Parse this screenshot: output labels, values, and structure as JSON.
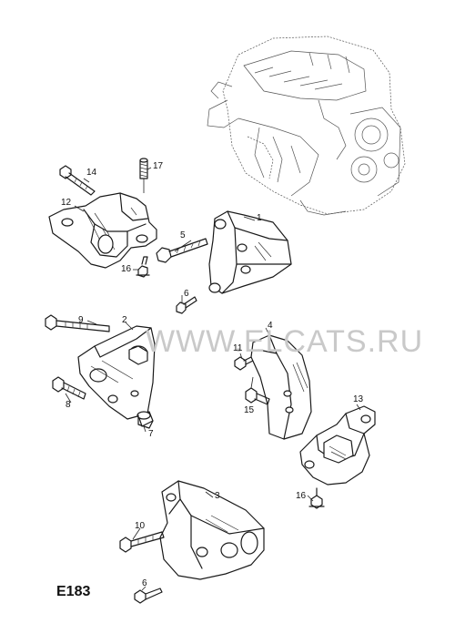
{
  "diagram": {
    "code": "E183",
    "watermark": "WWW.ELCATS.RU",
    "callouts": {
      "c1": "1",
      "c2": "2",
      "c3": "3",
      "c4": "4",
      "c5": "5",
      "c6a": "6",
      "c6b": "6",
      "c7": "7",
      "c8": "8",
      "c9": "9",
      "c10": "10",
      "c11": "11",
      "c12": "12",
      "c13": "13",
      "c14": "14",
      "c15": "15",
      "c16a": "16",
      "c16b": "16",
      "c17": "17"
    }
  }
}
